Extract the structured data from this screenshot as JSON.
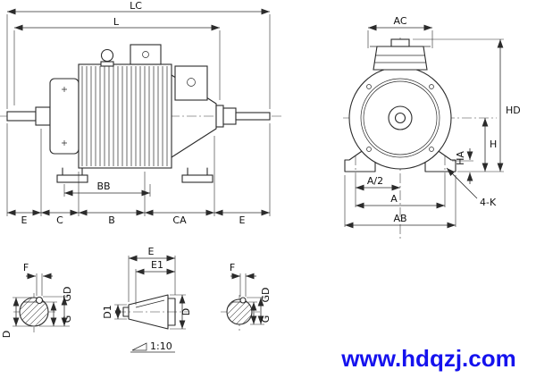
{
  "drawing": {
    "side_view": {
      "lc": "LC",
      "l": "L",
      "e_left": "E",
      "c": "C",
      "b": "B",
      "ca": "CA",
      "e_right": "E",
      "bb": "BB"
    },
    "front_view": {
      "ac": "AC",
      "hd": "HD",
      "h": "H",
      "ha": "HA",
      "a_half": "A/2",
      "a": "A",
      "ab": "AB",
      "k": "4-K"
    },
    "section_left": {
      "f": "F",
      "gd": "GD",
      "g": "G",
      "d": "D"
    },
    "taper_detail": {
      "e": "E",
      "e1": "E1",
      "d1": "D1",
      "d": "D",
      "taper": "1:10"
    },
    "section_right": {
      "f": "F",
      "gd": "GD",
      "g": "G"
    }
  },
  "watermark": {
    "text": "www.hdqzj.com",
    "color": "#1512ee"
  },
  "colors": {
    "line": "#2b2b2b"
  }
}
